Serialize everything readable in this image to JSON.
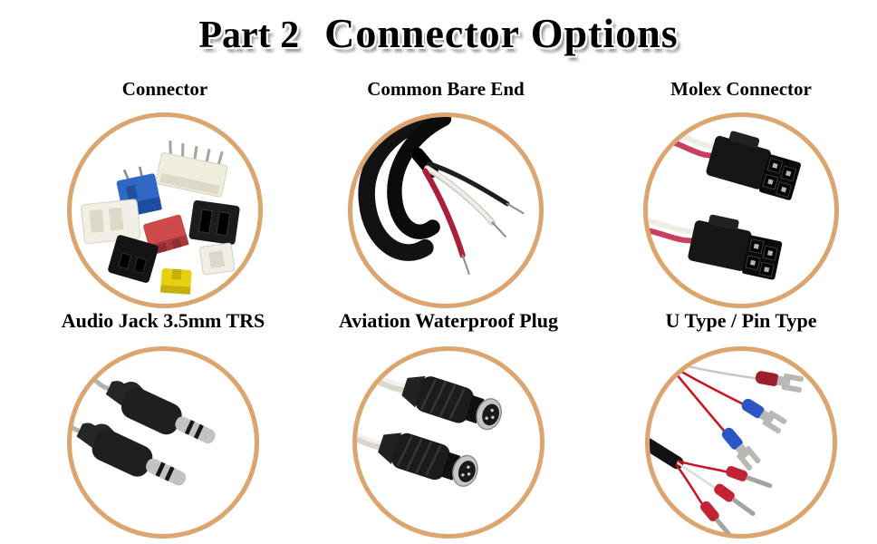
{
  "title": {
    "part": "Part 2",
    "main": "Connector Options"
  },
  "sections": [
    {
      "id": "connector",
      "label": "Connector",
      "photo": "connector-assortment-photo"
    },
    {
      "id": "common-bare-end",
      "label": "Common Bare End",
      "photo": "bare-end-wires-photo"
    },
    {
      "id": "molex-connector",
      "label": "Molex Connector",
      "photo": "molex-connectors-photo"
    },
    {
      "id": "audio-jack-trs",
      "label": "Audio Jack 3.5mm TRS",
      "photo": "audio-jack-plugs-photo"
    },
    {
      "id": "aviation-waterproof-plug",
      "label": "Aviation Waterproof Plug",
      "photo": "aviation-plugs-photo"
    },
    {
      "id": "u-type-pin-type",
      "label": "U Type / Pin Type",
      "photo": "u-and-pin-terminals-photo"
    }
  ],
  "colors": {
    "background": "#ffffff",
    "circle_border": "#dca46e",
    "heading_text": "#000000",
    "title_text": "#000000",
    "title_shadow": "#909090",
    "wire_red": "#b02340",
    "wire_white": "#eeede6",
    "wire_black": "#1b1b1b",
    "terminal_blue": "#2b55c4",
    "terminal_red": "#c42333",
    "connector_blue": "#2f68c5",
    "connector_red": "#cc4a4a",
    "connector_yellow": "#e7cf12",
    "metal_silver": "#b9b8b4"
  }
}
